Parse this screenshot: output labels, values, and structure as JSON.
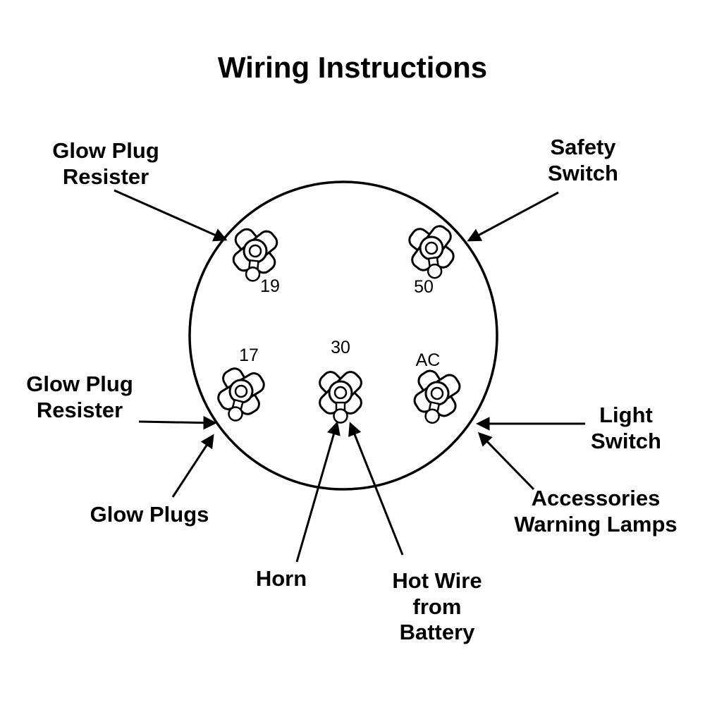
{
  "title": "Wiring Instructions",
  "switch": {
    "terminals": [
      {
        "label": "19"
      },
      {
        "label": "50"
      },
      {
        "label": "17"
      },
      {
        "label": "30"
      },
      {
        "label": "AC"
      }
    ]
  },
  "labels": {
    "glow_plug_resister_top": "Glow Plug\nResister",
    "safety_switch": "Safety\nSwitch",
    "glow_plug_resister_left": "Glow Plug\nResister",
    "glow_plugs": "Glow Plugs",
    "light_switch": "Light\nSwitch",
    "accessories_warning_lamps": "Accessories\nWarning Lamps",
    "horn": "Horn",
    "hot_wire_from_battery": "Hot Wire\nfrom\nBattery"
  }
}
